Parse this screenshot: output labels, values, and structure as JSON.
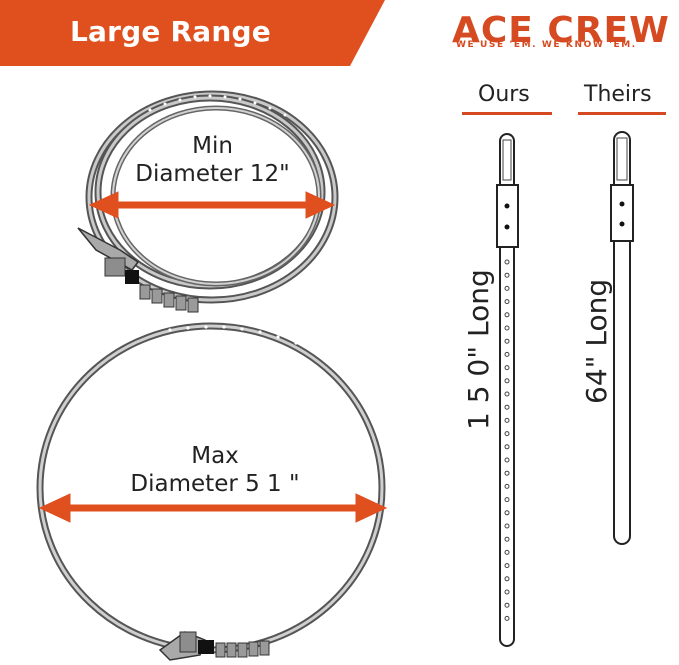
{
  "banner": {
    "text": "Large Range",
    "color": "#e04f1e"
  },
  "logo": {
    "brand": "ACE CREW",
    "tagline": "WE USE 'EM. WE KNOW 'EM.",
    "color": "#d64a22"
  },
  "columns": {
    "ours": "Ours",
    "theirs": "Theirs"
  },
  "small_ring": {
    "line1": "Min",
    "line2": "Diameter 12\""
  },
  "large_ring": {
    "line1": "Max",
    "line2": "Diameter 5 1 \""
  },
  "straps": {
    "ours_length": "1 5 0\" Long",
    "theirs_length": "64\" Long"
  },
  "accent_color": "#e04f1e"
}
